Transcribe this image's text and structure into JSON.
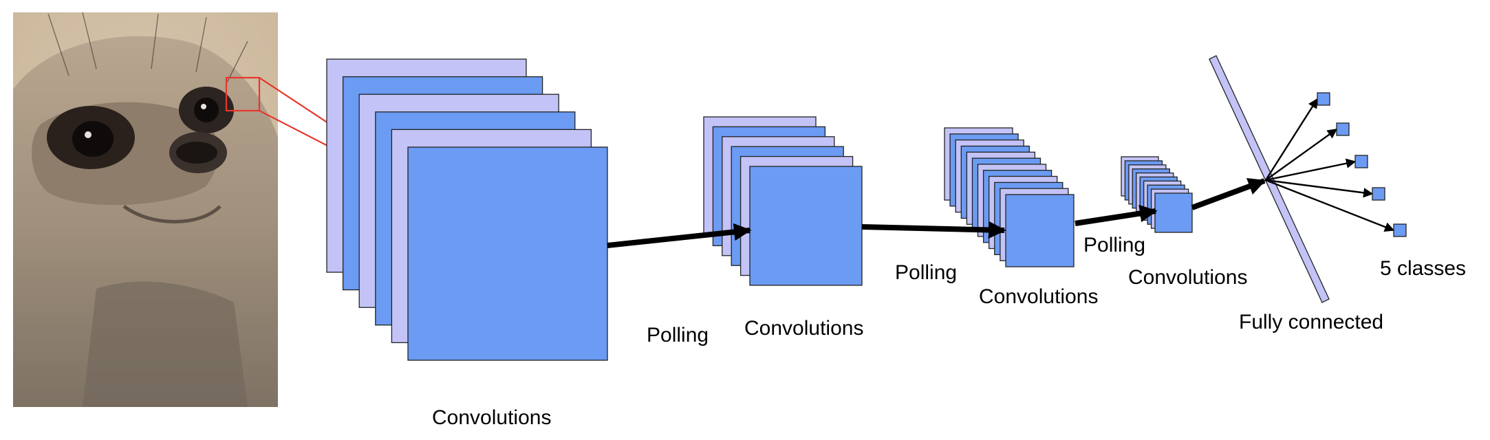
{
  "colors": {
    "map_dark": "#6b9bf2",
    "map_light": "#c3c3f7",
    "arrow": "#000000",
    "zoom_box": "#e8362b"
  },
  "photo": {
    "subject": "meerkat photograph"
  },
  "labels": {
    "conv1": "Convolutions",
    "pool1": "Polling",
    "conv2": "Convolutions",
    "pool2": "Polling",
    "conv3": "Convolutions",
    "pool3": "Polling",
    "conv4": "Convolutions",
    "fully_connected": "Fully connected",
    "classes": "5 classes"
  },
  "stages": [
    {
      "name": "conv1",
      "maps": 6
    },
    {
      "name": "conv2",
      "maps": 6
    },
    {
      "name": "conv3",
      "maps": 12
    },
    {
      "name": "conv4",
      "maps": 10
    }
  ],
  "outputs": {
    "count": 5
  }
}
